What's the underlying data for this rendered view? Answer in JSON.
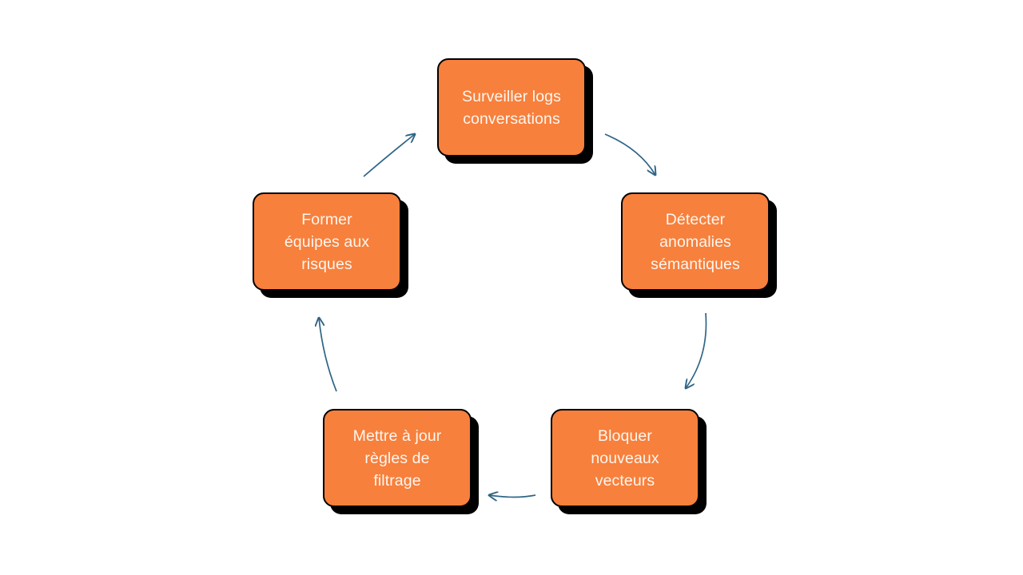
{
  "diagram": {
    "type": "cycle",
    "title": "",
    "background_color": "#ffffff",
    "node_fill_color": "#F7803C",
    "node_border_color": "#000000",
    "node_text_color": "#FDF6F0",
    "shadow_color": "#000000",
    "arrow_color": "#2F6586",
    "nodes": [
      {
        "id": "monitor",
        "label": "Surveiller logs\nconversations",
        "position": "top"
      },
      {
        "id": "detect",
        "label": "Détecter\nanomalies\nsémantiques",
        "position": "right"
      },
      {
        "id": "block",
        "label": "Bloquer\nnouveaux\nvecteurs",
        "position": "bottom-right"
      },
      {
        "id": "rules",
        "label": "Mettre à jour\nrègles de\nfiltrage",
        "position": "bottom-left"
      },
      {
        "id": "train",
        "label": "Former\néquipes aux\nrisques",
        "position": "left"
      }
    ],
    "arrows": [
      {
        "id": "monitor-to-detect",
        "from": "monitor",
        "to": "detect",
        "label": ""
      },
      {
        "id": "detect-to-block",
        "from": "detect",
        "to": "block",
        "label": ""
      },
      {
        "id": "block-to-rules",
        "from": "block",
        "to": "rules",
        "label": ""
      },
      {
        "id": "rules-to-train",
        "from": "rules",
        "to": "train",
        "label": ""
      },
      {
        "id": "train-to-monitor",
        "from": "train",
        "to": "monitor",
        "label": ""
      }
    ]
  }
}
